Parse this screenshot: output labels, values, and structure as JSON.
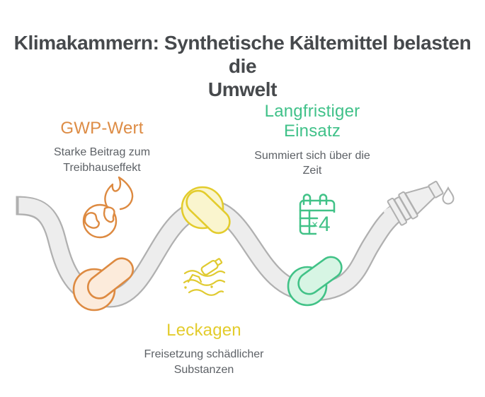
{
  "title": {
    "line1": "Klimakammern: Synthetische Kältemittel belasten die",
    "line2": "Umwelt"
  },
  "sections": [
    {
      "id": "gwp",
      "heading": "GWP-Wert",
      "body": "Starke Beitrag zum Treibhauseffekt",
      "color": "#dd8c45"
    },
    {
      "id": "langfristiger-einsatz",
      "heading": "Langfristiger Einsatz",
      "body": "Summiert sich über die Zeit",
      "color": "#40c189"
    },
    {
      "id": "leckagen",
      "heading": "Leckagen",
      "body": "Freisetzung schädlicher Substanzen",
      "color": "#e3cc2d"
    }
  ],
  "icons": {
    "burning_earth": "burning-earth-icon",
    "waves_pollution": "waves-pollution-icon",
    "calendar": "calendar-icon",
    "calendar_badge_x": "×",
    "calendar_badge_num": "4",
    "water_drop": "water-drop-icon"
  },
  "colors": {
    "title_text": "#46494c",
    "body_text": "#5d6166",
    "hose_fill": "#ededed",
    "hose_outline": "#b0b0b0",
    "orange_stroke": "#dd8a41",
    "orange_fill": "#fcebdb",
    "yellow_stroke": "#e3cc2d",
    "yellow_fill": "#faf5ce",
    "green_stroke": "#41c287",
    "green_fill": "#d7f5e4",
    "background": "#ffffff"
  }
}
